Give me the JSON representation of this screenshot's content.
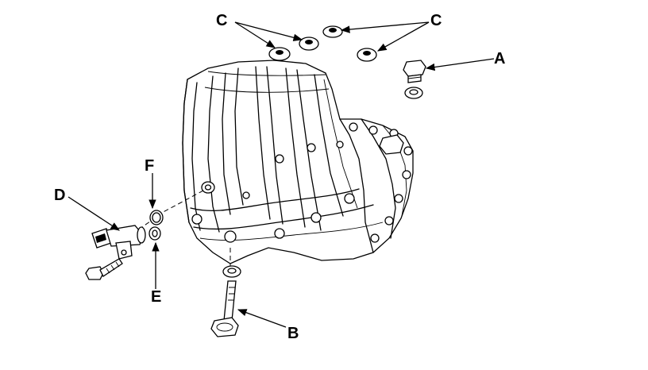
{
  "callouts": {
    "a": "A",
    "b": "B",
    "c_left": "C",
    "c_right": "C",
    "d": "D",
    "e": "E",
    "f": "F"
  },
  "colors": {
    "ink": "#000000",
    "paper": "#ffffff"
  }
}
